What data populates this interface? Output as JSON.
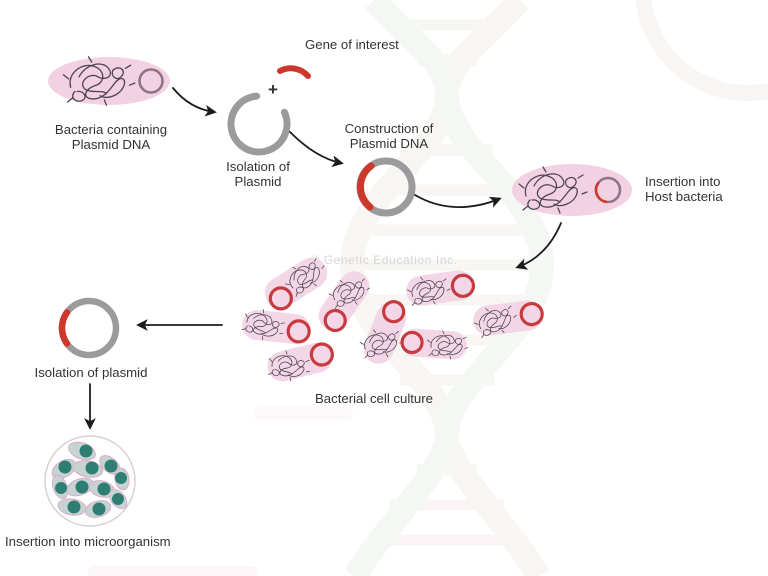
{
  "colors": {
    "cell-pink": "#f2d2e2",
    "ring-gray": "#9b9b9d",
    "accent-red": "#cb392c",
    "plasmid-purple": "#8e7383",
    "culture-ring-red": "#c53b40",
    "tangle-ink": "#4e4350",
    "nucleus-teal": "#2e7e73",
    "blob-gray": "#c5d3d3",
    "blob-outline": "#dfa9c7",
    "text-dark": "#333333",
    "watermark-gray": "#d8d6d6",
    "arrow-black": "#1c1c1c"
  },
  "diagram": {
    "watermark": "© Genetic Education Inc.",
    "bacteria1": {
      "line1": "Bacteria containing",
      "line2": "Plasmid DNA"
    },
    "gene": {
      "label": "Gene of interest",
      "plus": "+"
    },
    "isolation1": {
      "line1": "Isolation of",
      "line2": "Plasmid"
    },
    "construction": {
      "line1": "Construction of",
      "line2": "Plasmid DNA"
    },
    "host": {
      "line1": "Insertion into",
      "line2": "Host bacteria"
    },
    "culture": {
      "label": "Bacterial cell culture"
    },
    "isolation2": {
      "label": "Isolation of plasmid"
    },
    "micro": {
      "label": "Insertion into microorganism"
    }
  }
}
